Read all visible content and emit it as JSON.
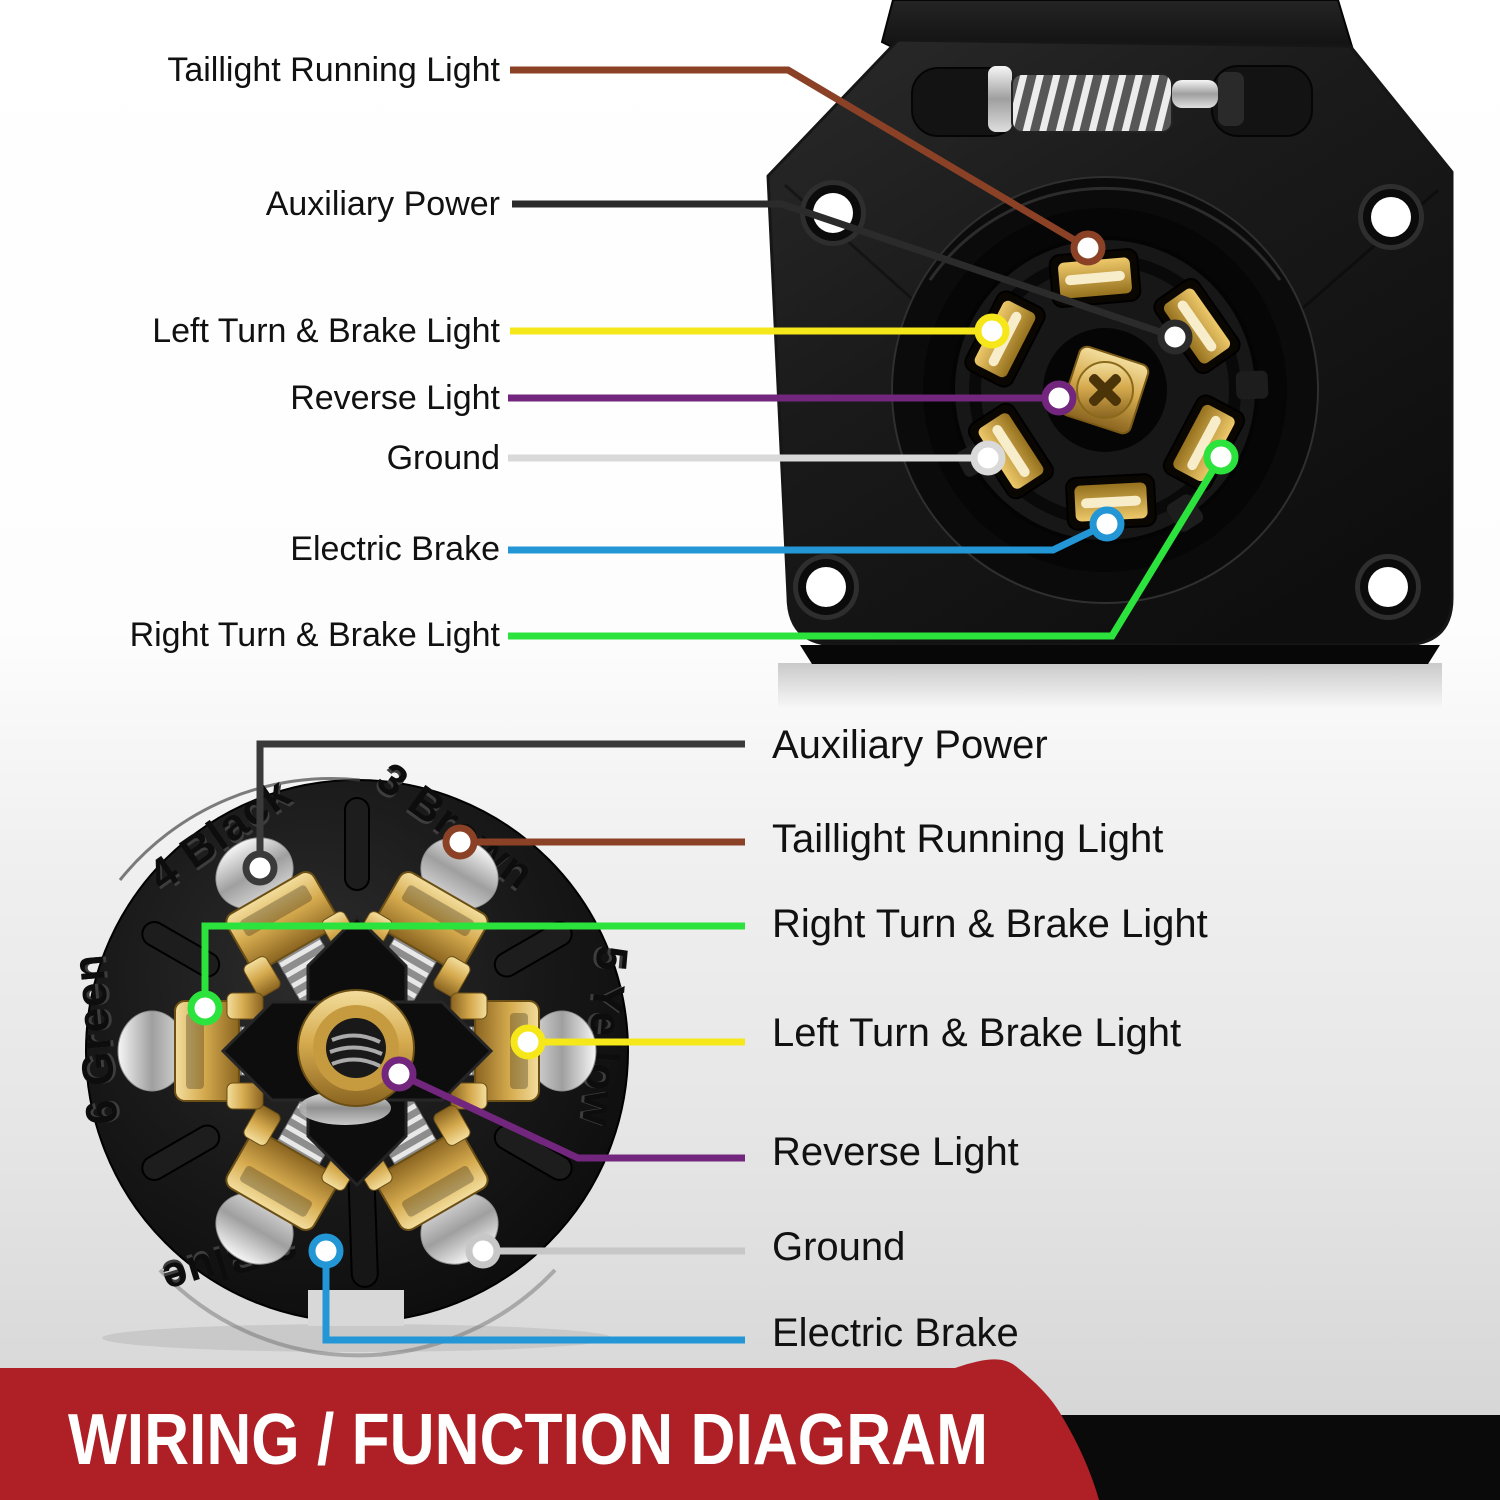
{
  "socket_diagram": {
    "description_labels_side": "left",
    "wires": [
      {
        "label": "Taillight Running Light",
        "color": "#8B4126"
      },
      {
        "label": "Auxiliary Power",
        "color": "#2B2B2B"
      },
      {
        "label": "Left Turn & Brake Light",
        "color": "#F5E719"
      },
      {
        "label": "Reverse Light",
        "color": "#73267D"
      },
      {
        "label": "Ground",
        "color": "#D9D9D9"
      },
      {
        "label": "Electric Brake",
        "color": "#2396D6"
      },
      {
        "label": "Right Turn & Brake Light",
        "color": "#2BE33C"
      }
    ]
  },
  "plug_diagram": {
    "description_labels_side": "right",
    "wires": [
      {
        "label": "Auxiliary Power",
        "color": "#3A3A3A"
      },
      {
        "label": "Taillight Running Light",
        "color": "#8B4126"
      },
      {
        "label": "Right Turn & Brake Light",
        "color": "#2BE33C"
      },
      {
        "label": "Left Turn & Brake Light",
        "color": "#F5E719"
      },
      {
        "label": "Reverse Light",
        "color": "#73267D"
      },
      {
        "label": "Ground",
        "color": "#C7C7C7"
      },
      {
        "label": "Electric Brake",
        "color": "#2396D6"
      }
    ],
    "molded_labels": [
      "4 Black",
      "3 Brown",
      "6 Green",
      "5 Yellow",
      "2 Blue"
    ]
  },
  "banner": {
    "title": "WIRING / FUNCTION DIAGRAM",
    "background_color": "#AE2025",
    "text_color": "#FFFFFF",
    "corner_color": "#0A0A0A"
  }
}
